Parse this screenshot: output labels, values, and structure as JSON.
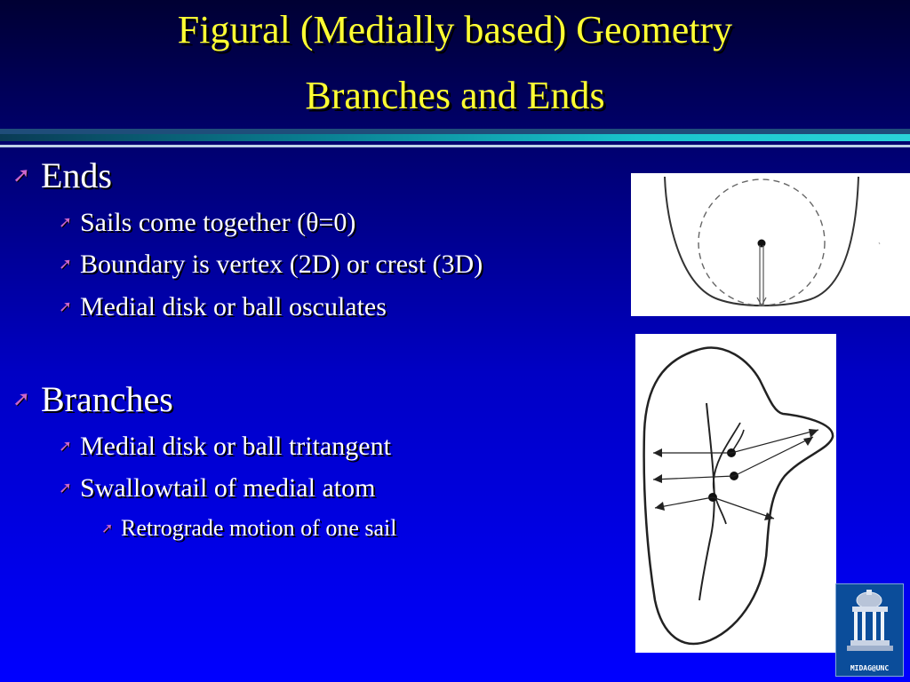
{
  "slide": {
    "title_line1": "Figural (Medially based) Geometry",
    "title_line2": "Branches and Ends"
  },
  "colors": {
    "title": "#ffff33",
    "bullet_mark": "#cc66cc",
    "text": "#ffffff",
    "background_top": "#000033",
    "background_bottom": "#0000ff"
  },
  "bullet_icon": "arrow-up-right-icon",
  "bullets": [
    {
      "text": "Ends"
    },
    {
      "text": "Sails come together (θ=0)"
    },
    {
      "text": "Boundary is vertex (2D) or crest (3D)"
    },
    {
      "text": "Medial disk or ball osculates"
    },
    {
      "text": "Branches"
    },
    {
      "text": "Medial disk or ball tritangent"
    },
    {
      "text": "Swallowtail of medial atom"
    },
    {
      "text": "Retrograde motion of one sail"
    }
  ],
  "logo": {
    "caption": "MIDAG@UNC"
  }
}
